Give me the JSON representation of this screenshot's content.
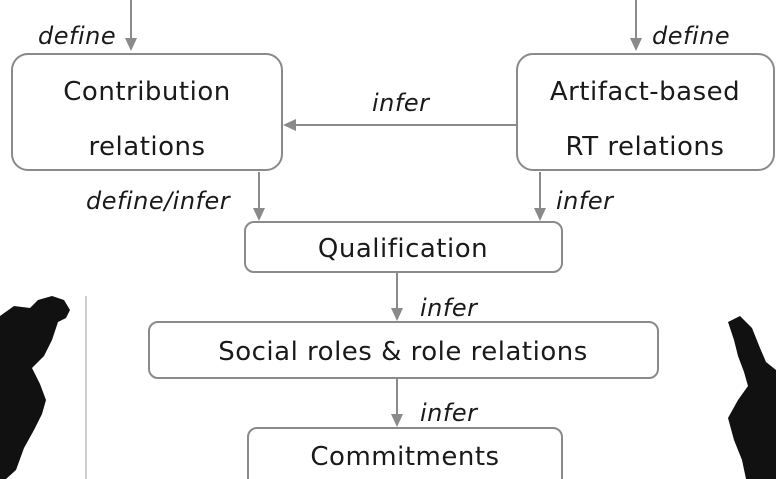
{
  "nodes": {
    "contribution": {
      "lines": [
        "Contribution",
        "relations"
      ]
    },
    "artifact": {
      "lines": [
        "Artifact-based",
        "RT relations"
      ]
    },
    "qualification": {
      "lines": [
        "Qualification"
      ]
    },
    "social": {
      "lines": [
        "Social roles & role relations"
      ]
    },
    "commitments": {
      "lines": [
        "Commitments"
      ]
    }
  },
  "edges": {
    "define_left": "define",
    "define_right": "define",
    "infer_top": "infer",
    "define_infer": "define/infer",
    "infer_right": "infer",
    "infer_qualification": "infer",
    "infer_social": "infer"
  },
  "colors": {
    "line": "#8a8a8a",
    "text": "#1a1a1a",
    "figure": "#111111"
  },
  "icons": [
    "dancing-figure-left-icon",
    "dancing-figure-right-icon"
  ]
}
